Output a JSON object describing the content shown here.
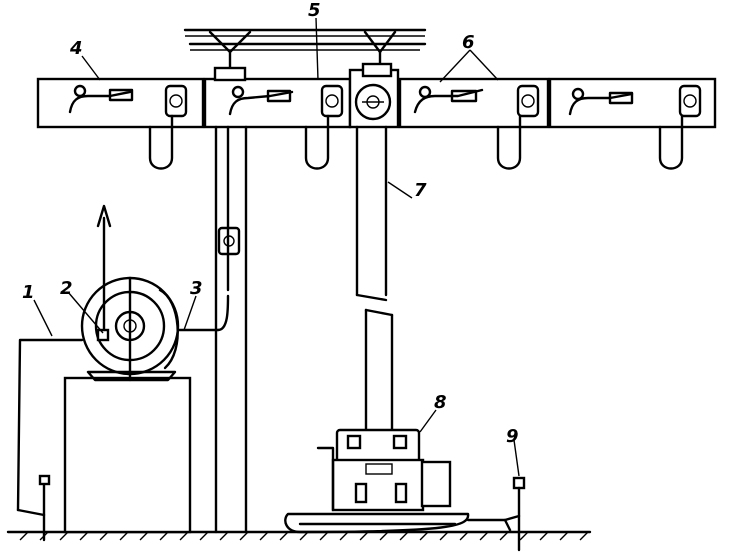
{
  "labels": {
    "n1": "1",
    "n2": "2",
    "n3": "3",
    "n4": "4",
    "n5": "5",
    "n6": "6",
    "n7": "7",
    "n8": "8",
    "n9": "9"
  },
  "colors": {
    "ink": "#000000",
    "paper": "#ffffff"
  }
}
